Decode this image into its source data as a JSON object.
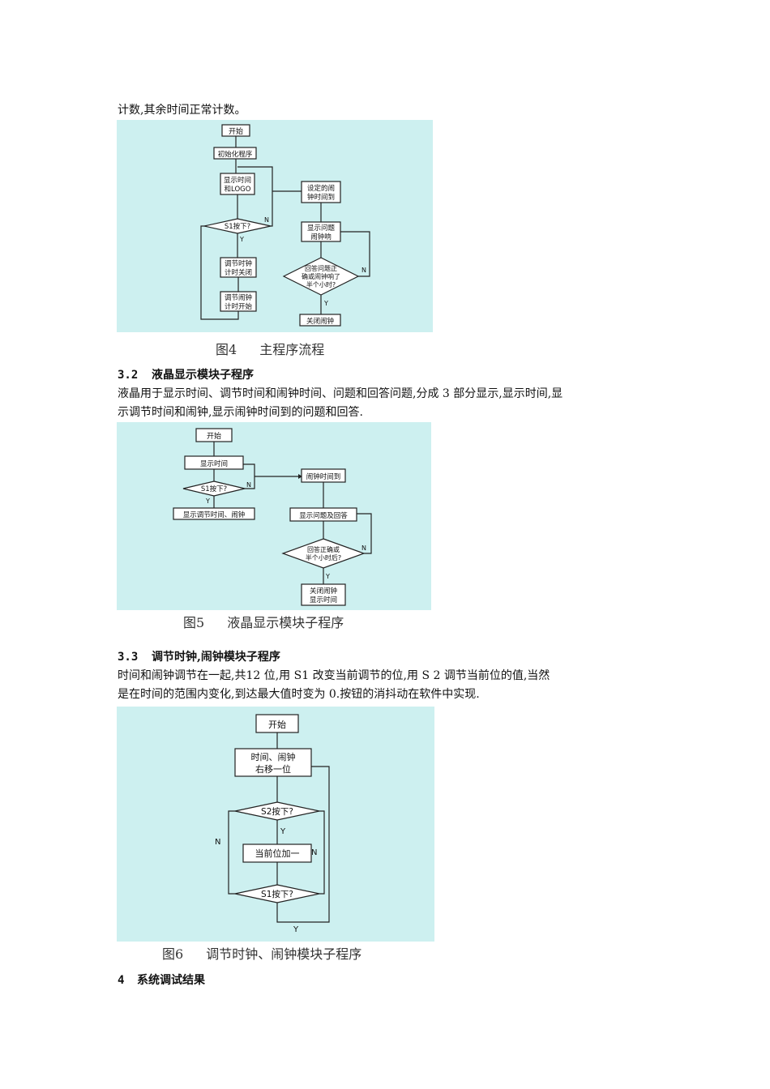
{
  "intro_line": "计数,其余时间正常计数。",
  "fig4": {
    "caption_num": "图4",
    "caption_text": "主程序流程",
    "start": "开始",
    "init": "初始化程序",
    "display_time_1": "显示时间",
    "display_time_2": "和LOGO",
    "s1_pressed": "S1按下?",
    "adjust_clock_1": "调节时钟",
    "adjust_clock_2": "计时关闭",
    "adjust_alarm_1": "调节闹钟",
    "adjust_alarm_2": "计时开始",
    "alarm_due_1": "设定的闹",
    "alarm_due_2": "钟时间到",
    "show_question_1": "显示问题",
    "show_question_2": "闹钟响",
    "answer_check_1": "回答问题正",
    "answer_check_2": "确或闹钟响了",
    "answer_check_3": "半个小时?",
    "close_alarm": "关闭闹钟",
    "label_n1": "N",
    "label_y1": "Y",
    "label_n2": "N",
    "label_y2": "Y"
  },
  "section_3_2": {
    "number": "3.2",
    "title": "液晶显示模块子程序",
    "para_line1": "液晶用于显示时间、调节时间和闹钟时间、问题和回答问题,分成 3 部分显示,显示时间,显",
    "para_line2": "示调节时间和闹钟,显示闹钟时间到的问题和回答."
  },
  "fig5": {
    "caption_num": "图5",
    "caption_text": "液晶显示模块子程序",
    "start": "开始",
    "display_time": "显示时间",
    "s1_pressed": "S1按下?",
    "show_adjust": "显示调节时间、闹钟",
    "alarm_due": "闹钟时间到",
    "show_qa": "显示问题及回答",
    "answer_check_1": "回答正确或",
    "answer_check_2": "半个小时后?",
    "close_1": "关闭闹钟",
    "close_2": "显示时间",
    "label_n1": "N",
    "label_y1": "Y",
    "label_n2": "N",
    "label_y2": "Y"
  },
  "section_3_3": {
    "number": "3.3",
    "title": "调节时钟,闹钟模块子程序",
    "para_line1": "时间和闹钟调节在一起,共12 位,用 S1 改变当前调节的位,用 S 2 调节当前位的值,当然",
    "para_line2": "是在时间的范围内变化,到达最大值时变为 0.按钮的消抖动在软件中实现."
  },
  "fig6": {
    "caption_num": "图6",
    "caption_text": "调节时钟、闹钟模块子程序",
    "start": "开始",
    "shift_1": "时间、闹钟",
    "shift_2": "右移一位",
    "s2_pressed": "S2按下?",
    "increment": "当前位加一",
    "s1_pressed": "S1按下?",
    "label_y_top": "Y",
    "label_n_left": "N",
    "label_n_right": "N",
    "label_y_bottom": "Y"
  },
  "section_4": {
    "number": "4",
    "title": "系统调试结果"
  }
}
